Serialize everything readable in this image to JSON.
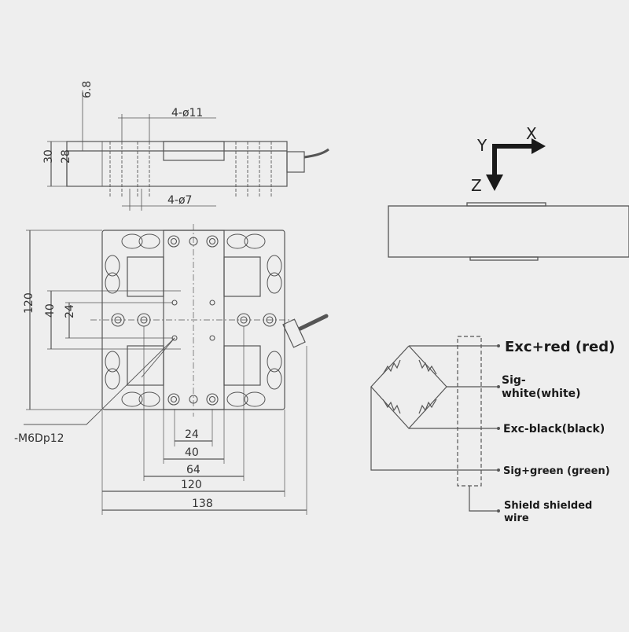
{
  "top_view": {
    "dim_6_8": "6.8",
    "dim_30": "30",
    "dim_28": "28",
    "holes_top": "4-ø11",
    "holes_bottom": "4-ø7"
  },
  "plan_view": {
    "dim_120_vertical": "120",
    "dim_40_vertical": "40",
    "dim_24_vertical": "24",
    "thread_label": "-M6Dp12",
    "dim_24": "24",
    "dim_40": "40",
    "dim_64": "64",
    "dim_120": "120",
    "dim_138": "138"
  },
  "axes": {
    "x": "X",
    "y": "Y",
    "z": "Z"
  },
  "wiring": {
    "exc_pos": "Exc+red (red)",
    "sig_neg_line1": "Sig-",
    "sig_neg_line2": "white(white)",
    "exc_neg": "Exc-black(black)",
    "sig_pos": "Sig+green (green)",
    "shield_line1": "Shield shielded",
    "shield_line2": "wire"
  },
  "colors": {
    "line": "#555555",
    "accent": "#1a1a1a",
    "background": "#eeeeee"
  }
}
